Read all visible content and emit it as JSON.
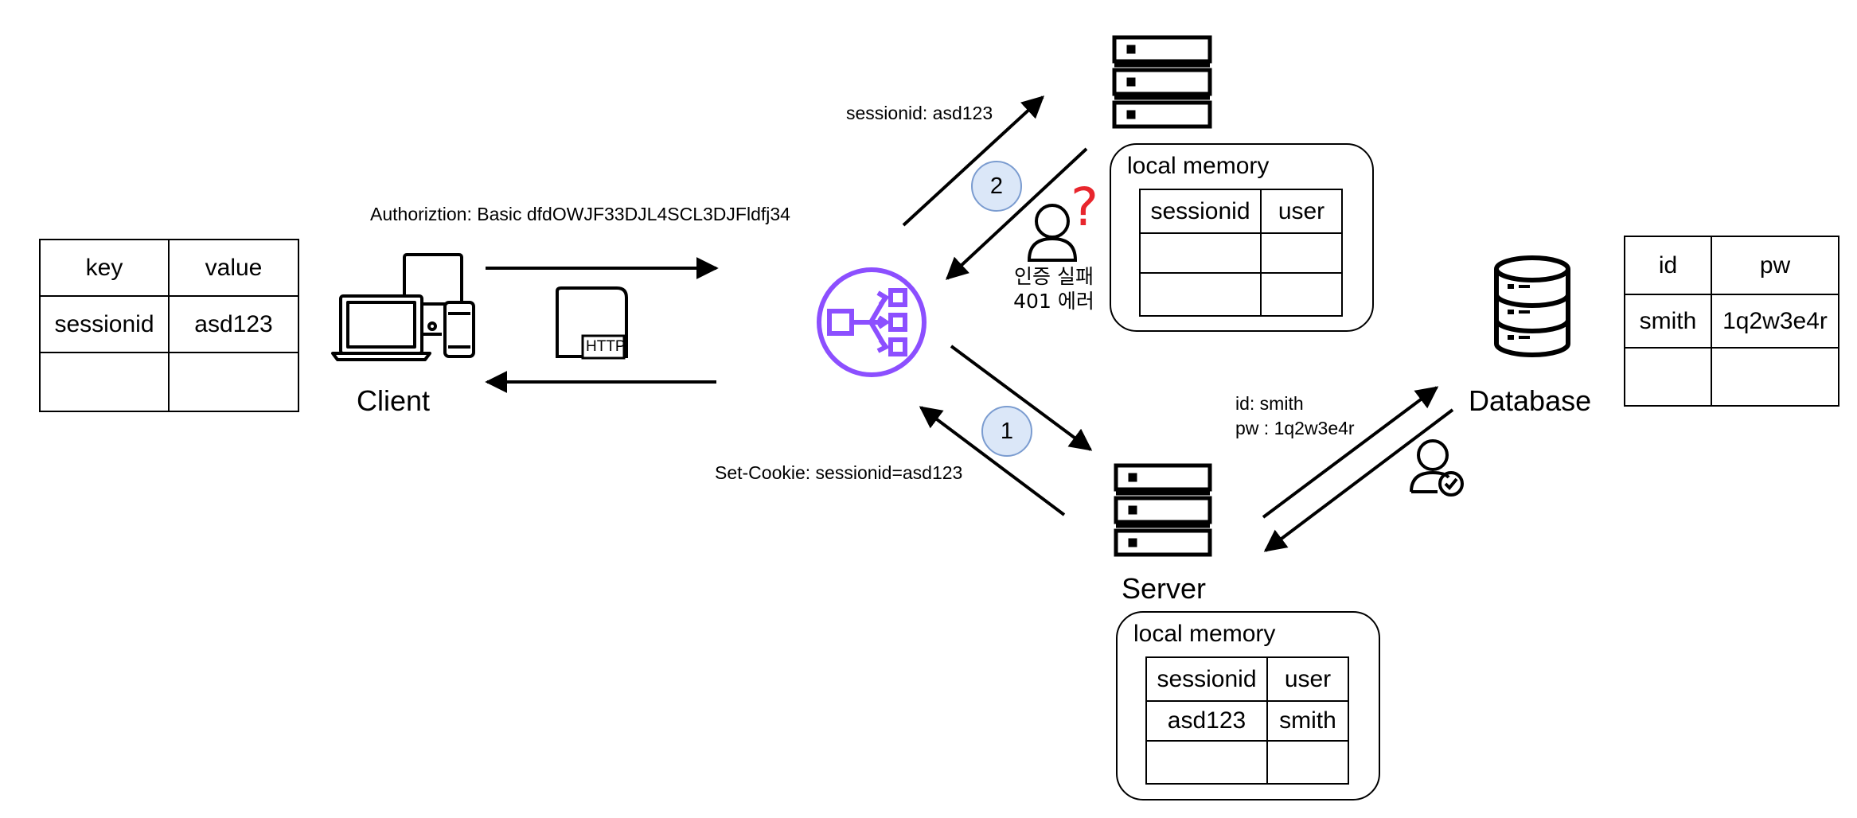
{
  "client_cookie_table": {
    "headers": [
      "key",
      "value"
    ],
    "rows": [
      [
        "sessionid",
        "asd123"
      ],
      [
        "",
        ""
      ]
    ]
  },
  "client": {
    "label": "Client",
    "http_badge": "HTTP"
  },
  "request_label": "Authoriztion: Basic dfdOWJF33DJL4SCL3DJFldfj34",
  "response_label": "Set-Cookie: sessionid=asd123",
  "forward_label": "sessionid: asd123",
  "step_badges": [
    "1",
    "2"
  ],
  "auth_fail": {
    "line1": "인증 실패",
    "line2": "401 에러",
    "mark": "?"
  },
  "top_server_memory": {
    "title": "local memory",
    "headers": [
      "sessionid",
      "user"
    ],
    "rows": [
      [
        "",
        ""
      ],
      [
        "",
        ""
      ]
    ]
  },
  "server": {
    "label": "Server",
    "memory": {
      "title": "local memory",
      "headers": [
        "sessionid",
        "user"
      ],
      "rows": [
        [
          "asd123",
          "smith"
        ],
        [
          "",
          ""
        ]
      ]
    }
  },
  "credentials": {
    "line1": "id: smith",
    "line2": "pw : 1q2w3e4r"
  },
  "database": {
    "label": "Database",
    "headers": [
      "id",
      "pw"
    ],
    "rows": [
      [
        "smith",
        "1q2w3e4r"
      ],
      [
        "",
        ""
      ]
    ]
  },
  "colors": {
    "load_balancer": "#8c4fff",
    "badge_fill": "#dbe7f8",
    "badge_border": "#7b9cd0",
    "error": "#e8262d"
  },
  "icons": [
    "laptop-phone-icon",
    "http-document-icon",
    "load-balancer-icon",
    "server-icon",
    "database-icon",
    "user-icon",
    "user-verified-icon",
    "question-mark-icon"
  ]
}
